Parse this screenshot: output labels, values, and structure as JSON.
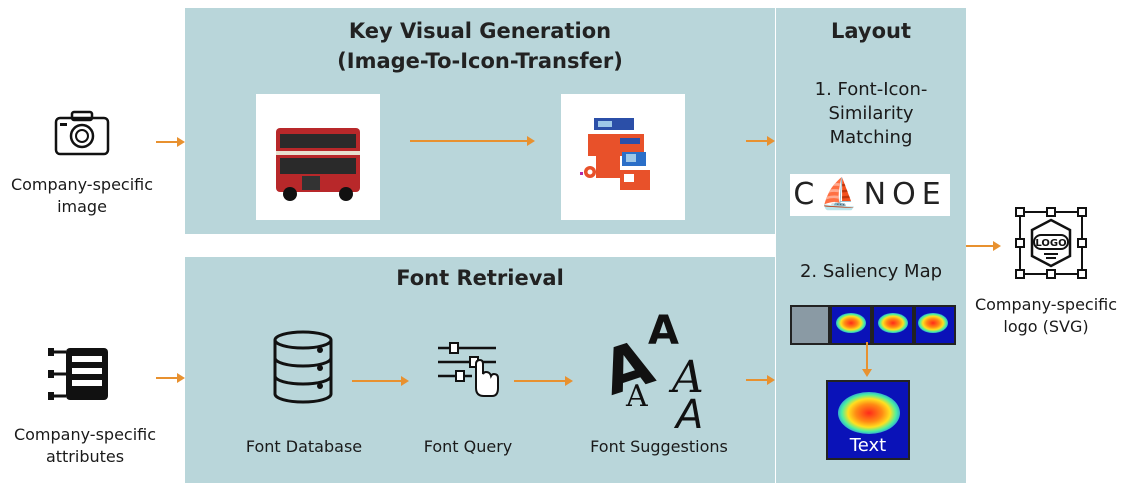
{
  "inputs": {
    "image_label": "Company-specific\nimage",
    "attributes_label": "Company-specific\nattributes"
  },
  "key_visual": {
    "title": "Key Visual Generation\n(Image-To-Icon-Transfer)"
  },
  "font_retrieval": {
    "title": "Font Retrieval",
    "database_label": "Font Database",
    "query_label": "Font Query",
    "suggestions_label": "Font Suggestions"
  },
  "layout": {
    "title": "Layout",
    "step1": "1. Font-Icon-\nSimilarity\nMatching",
    "canoe_text": "C⛵NOE",
    "step2": "2. Saliency Map",
    "saliency_text": "Text"
  },
  "output": {
    "label": "Company-specific\nlogo (SVG)",
    "logo_text": "LOGO"
  },
  "colors": {
    "panel": "#b9d6da",
    "arrow": "#e8912f"
  }
}
